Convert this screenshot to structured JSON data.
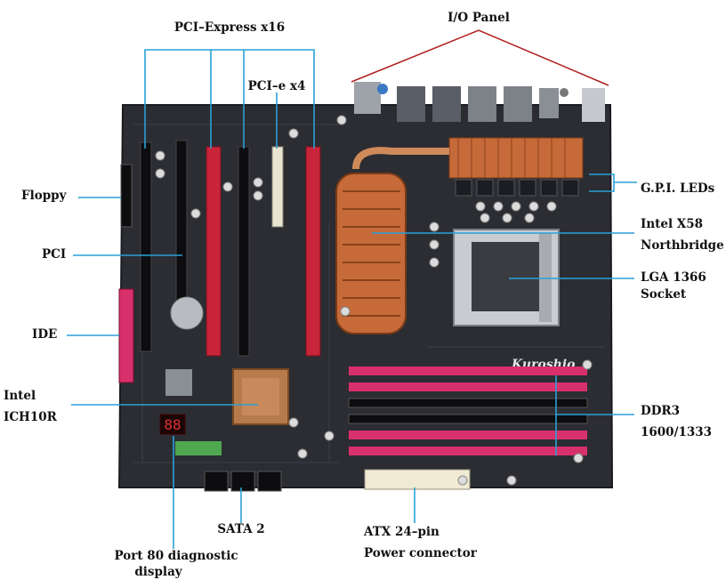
{
  "labels": {
    "io_panel": "I/O Panel",
    "pcie_x16": "PCI–Express x16",
    "pcie_x4": "PCI–e x4",
    "floppy": "Floppy",
    "pci": "PCI",
    "ide": "IDE",
    "ich10r_1": "Intel",
    "ich10r_2": "ICH10R",
    "gpi_leds": "G.P.I. LEDs",
    "x58_1": "Intel X58",
    "x58_2": "Northbridge",
    "lga_1": "LGA 1366",
    "lga_2": "Socket",
    "ddr3_1": "DDR3",
    "ddr3_2": "1600/1333",
    "sata": "SATA 2",
    "atx_1": "ATX 24–pin",
    "atx_2": "Power connector",
    "port80_1": "Port 80 diagnostic",
    "port80_2": "display"
  },
  "board": {
    "brand_logo": "Kuroshio",
    "debug_digits": "88"
  },
  "colors": {
    "pcb": "#2b2d33",
    "pcie_slot": "#c8243a",
    "dimm_pink": "#d8306a",
    "heatsink_copper": "#c66a3a",
    "leader_line": "#2aa0d8",
    "io_line": "#b02020"
  }
}
